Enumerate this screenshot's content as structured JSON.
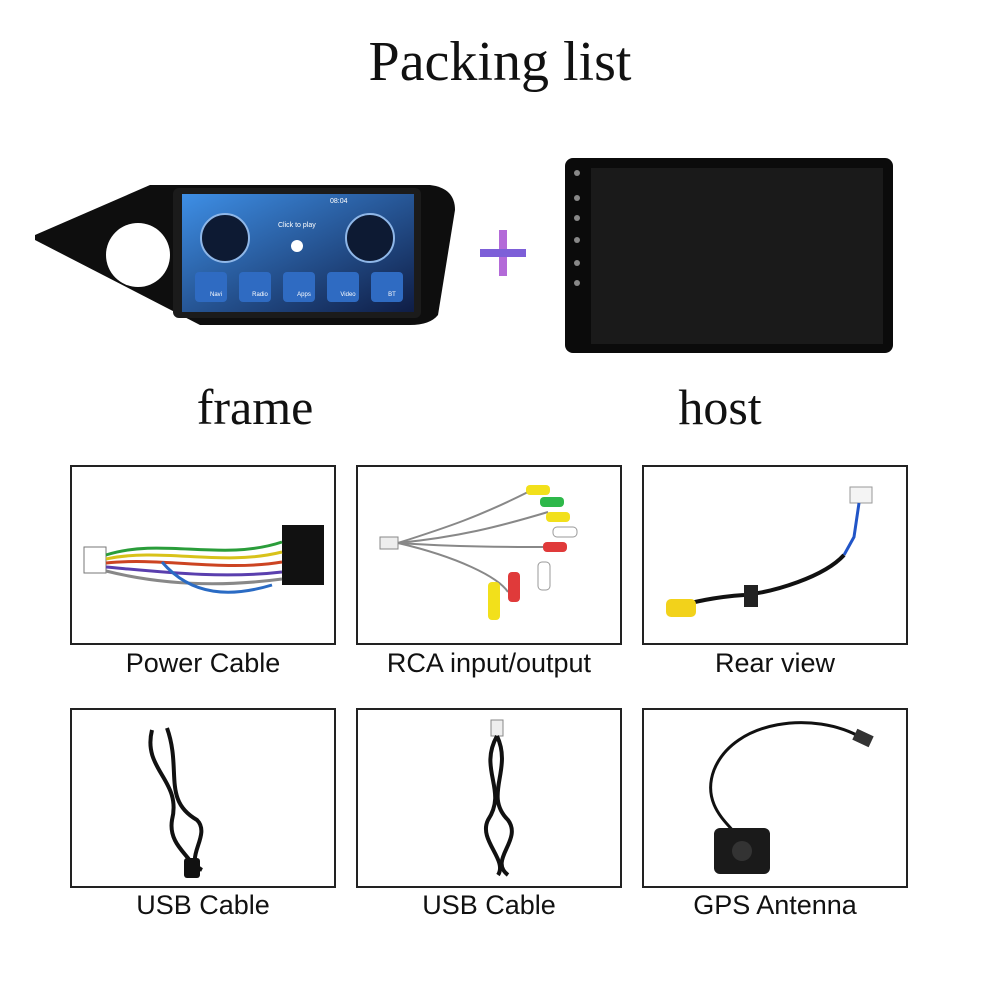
{
  "title": "Packing list",
  "labels": {
    "frame": "frame",
    "host": "host"
  },
  "frame_screen": {
    "time": "08:04",
    "prompt": "Click to play",
    "apps": [
      "Navi",
      "Radio",
      "Apps",
      "Video",
      "BT"
    ]
  },
  "items": [
    {
      "caption": "Power Cable",
      "icon": "power-cable-harness"
    },
    {
      "caption": "RCA input/output",
      "icon": "rca-cable"
    },
    {
      "caption": "Rear view",
      "icon": "rear-view-cable"
    },
    {
      "caption": "USB Cable",
      "icon": "usb-cable"
    },
    {
      "caption": "USB Cable",
      "icon": "usb-cable"
    },
    {
      "caption": "GPS Antenna",
      "icon": "gps-antenna"
    }
  ],
  "colors": {
    "plus": "#b36ad8",
    "screen": "#16223a"
  }
}
